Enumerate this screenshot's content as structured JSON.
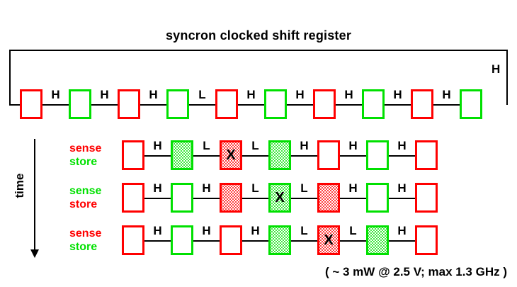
{
  "title": "syncron clocked shift register",
  "footer_note": "( ~ 3 mW @ 2.5 V; max 1.3 GHz )",
  "feedback": {
    "label": "H"
  },
  "time_axis": {
    "label": "time"
  },
  "colors": {
    "sense_store_red": "#ff0000",
    "sense_store_green": "#00e000",
    "wire": "#000000"
  },
  "legend_labels": {
    "sense": "sense",
    "store": "store"
  },
  "rows": [
    {
      "id": "register",
      "name": "shift-register-row",
      "legend": null,
      "cells": [
        {
          "color": "red",
          "filled": false,
          "mark": ""
        },
        {
          "color": "green",
          "filled": false,
          "mark": ""
        },
        {
          "color": "red",
          "filled": false,
          "mark": ""
        },
        {
          "color": "green",
          "filled": false,
          "mark": ""
        },
        {
          "color": "red",
          "filled": false,
          "mark": ""
        },
        {
          "color": "green",
          "filled": false,
          "mark": ""
        },
        {
          "color": "red",
          "filled": false,
          "mark": ""
        },
        {
          "color": "green",
          "filled": false,
          "mark": ""
        },
        {
          "color": "red",
          "filled": false,
          "mark": ""
        },
        {
          "color": "green",
          "filled": false,
          "mark": ""
        }
      ],
      "levels": [
        "H",
        "H",
        "H",
        "L",
        "H",
        "H",
        "H",
        "H",
        "H"
      ]
    },
    {
      "id": "t1",
      "name": "timestep-1-row",
      "legend": {
        "sense_color": "red",
        "store_color": "green"
      },
      "cells": [
        {
          "color": "red",
          "filled": false,
          "mark": ""
        },
        {
          "color": "green",
          "filled": true,
          "mark": ""
        },
        {
          "color": "red",
          "filled": true,
          "mark": "X"
        },
        {
          "color": "green",
          "filled": true,
          "mark": ""
        },
        {
          "color": "red",
          "filled": false,
          "mark": ""
        },
        {
          "color": "green",
          "filled": false,
          "mark": ""
        },
        {
          "color": "red",
          "filled": false,
          "mark": ""
        }
      ],
      "levels": [
        "H",
        "L",
        "L",
        "H",
        "H",
        "H"
      ]
    },
    {
      "id": "t2",
      "name": "timestep-2-row",
      "legend": {
        "sense_color": "green",
        "store_color": "red"
      },
      "cells": [
        {
          "color": "red",
          "filled": false,
          "mark": ""
        },
        {
          "color": "green",
          "filled": false,
          "mark": ""
        },
        {
          "color": "red",
          "filled": true,
          "mark": ""
        },
        {
          "color": "green",
          "filled": true,
          "mark": "X"
        },
        {
          "color": "red",
          "filled": true,
          "mark": ""
        },
        {
          "color": "green",
          "filled": false,
          "mark": ""
        },
        {
          "color": "red",
          "filled": false,
          "mark": ""
        }
      ],
      "levels": [
        "H",
        "H",
        "L",
        "L",
        "H",
        "H"
      ]
    },
    {
      "id": "t3",
      "name": "timestep-3-row",
      "legend": {
        "sense_color": "red",
        "store_color": "green"
      },
      "cells": [
        {
          "color": "red",
          "filled": false,
          "mark": ""
        },
        {
          "color": "green",
          "filled": false,
          "mark": ""
        },
        {
          "color": "red",
          "filled": false,
          "mark": ""
        },
        {
          "color": "green",
          "filled": true,
          "mark": ""
        },
        {
          "color": "red",
          "filled": true,
          "mark": "X"
        },
        {
          "color": "green",
          "filled": true,
          "mark": ""
        },
        {
          "color": "red",
          "filled": false,
          "mark": ""
        }
      ],
      "levels": [
        "H",
        "H",
        "H",
        "L",
        "L",
        "H"
      ]
    }
  ]
}
